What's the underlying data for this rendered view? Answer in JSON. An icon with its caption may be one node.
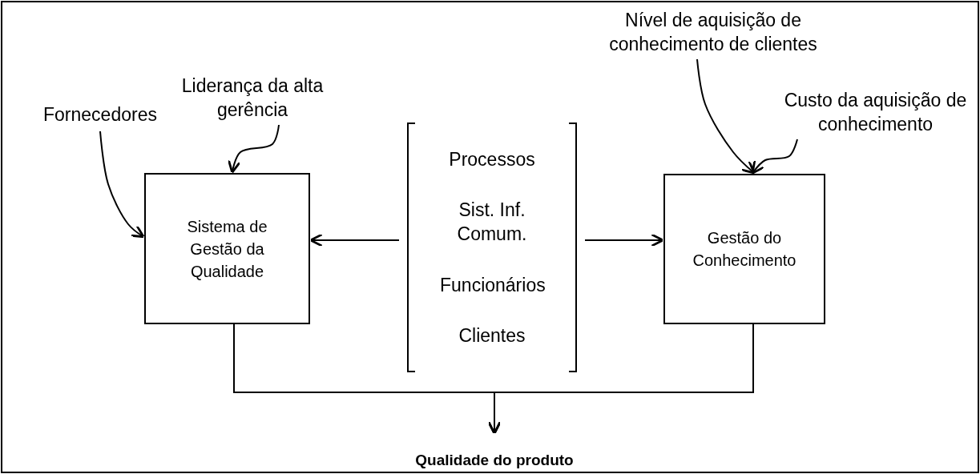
{
  "diagram": {
    "nodes": [
      {
        "text": [
          "Fornecedores"
        ]
      },
      {
        "text": [
          "Liderança da alta gerência"
        ]
      },
      {
        "text": [
          "Sistema de Gestão da Qualidade"
        ]
      },
      {
        "text": [
          "Processos",
          "Sist. Inf. Comum.",
          "Funcionários",
          "Clientes"
        ]
      },
      {
        "text": [
          "Nível de aquisição de conhecimento de clientes"
        ]
      },
      {
        "text": [
          "Custo da aquisição de conhecimento"
        ]
      },
      {
        "text": [
          "Gestão do Conhecimento"
        ]
      },
      {
        "text": [
          "Qualidade do produto"
        ]
      }
    ],
    "edges": [
      {
        "from": 0,
        "to": 2,
        "arrow": "to"
      },
      {
        "from": 1,
        "to": 2,
        "arrow": "to"
      },
      {
        "from": 3,
        "to": 2,
        "arrow": "to"
      },
      {
        "from": 3,
        "to": 6,
        "arrow": "to"
      },
      {
        "from": 4,
        "to": 6,
        "arrow": "to"
      },
      {
        "from": 5,
        "to": 6,
        "arrow": "to"
      },
      {
        "from": 2,
        "to": 7,
        "arrow": "to"
      },
      {
        "from": 6,
        "to": 7,
        "arrow": "to"
      }
    ]
  }
}
